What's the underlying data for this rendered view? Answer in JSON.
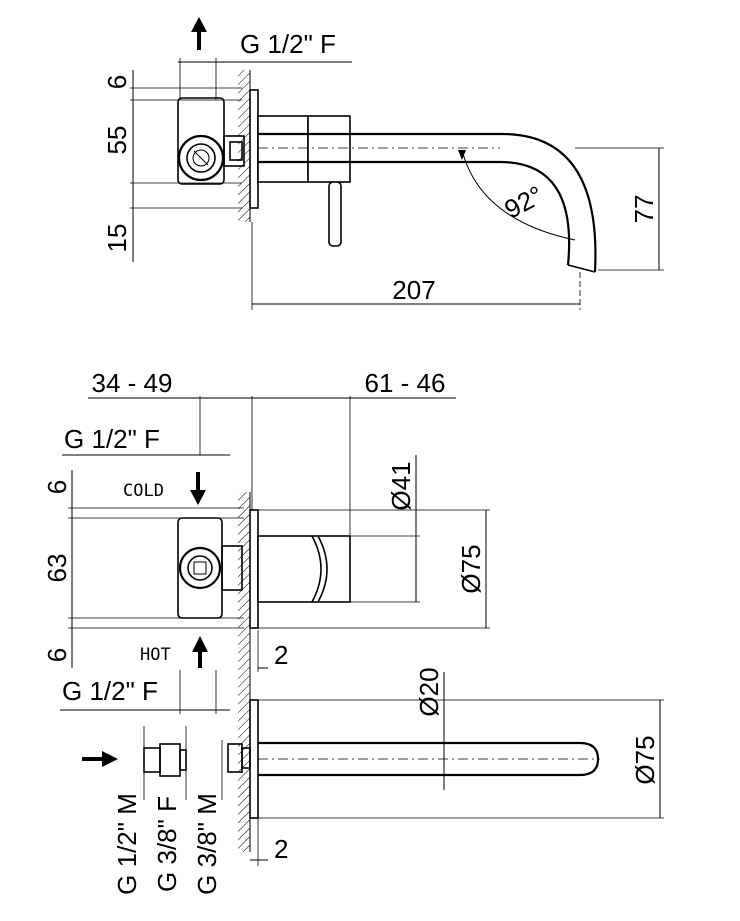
{
  "top_view": {
    "connection_label": "G 1/2\" F",
    "dim_6": "6",
    "dim_55": "55",
    "dim_15": "15",
    "angle": "92°",
    "dim_77": "77",
    "dim_207": "207"
  },
  "bottom_view": {
    "dim_34_49": "34 - 49",
    "dim_61_46": "61 - 46",
    "connection_top": "G 1/2\" F",
    "cold": "COLD",
    "dim_6_top": "6",
    "dim_63": "63",
    "dim_6_bottom": "6",
    "hot": "HOT",
    "connection_bottom": "G 1/2\" F",
    "dim_2_top": "2",
    "dia_41": "Ø41",
    "dia_75_upper": "Ø75",
    "dia_20": "Ø20",
    "dia_75_lower": "Ø75",
    "dim_2_bottom": "2",
    "fitting_1": "G 1/2\" M",
    "fitting_2": "G 3/8\" F",
    "fitting_3": "G 3/8\" M"
  }
}
